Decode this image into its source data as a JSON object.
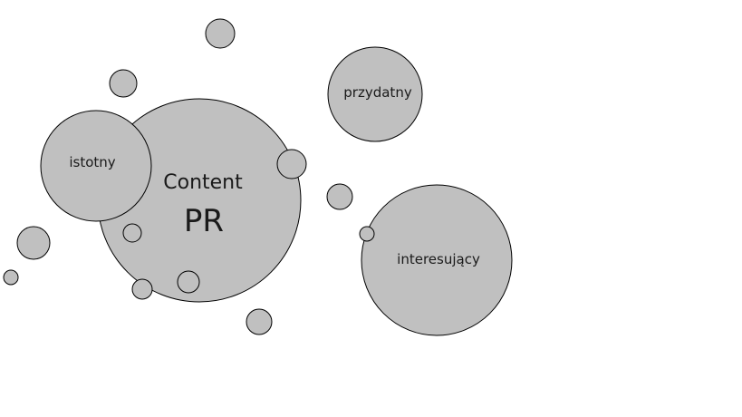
{
  "bubble_fill": "#c0c0c0",
  "bubble_stroke": "#000000",
  "text_color": "#1a1a1a",
  "center": {
    "line1": "Content",
    "line2": "PR"
  },
  "bubbles": {
    "istotny": "istotny",
    "przydatny": "przydatny",
    "interesujacy": "interesujący"
  }
}
